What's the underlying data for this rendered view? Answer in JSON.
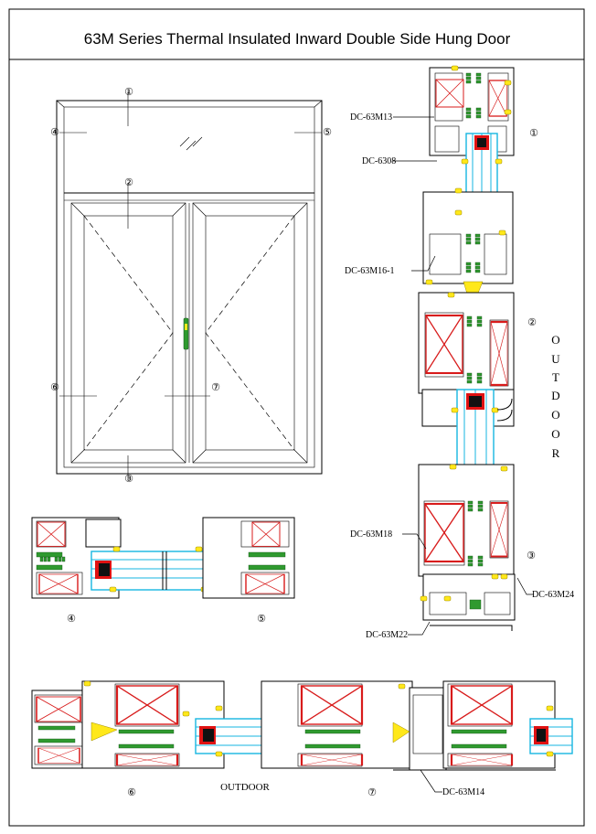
{
  "title": "63M Series Thermal Insulated Inward Double Side Hung Door",
  "markers": {
    "m1": "①",
    "m2": "②",
    "m3": "③",
    "m4": "④",
    "m5": "⑤",
    "m6": "⑥",
    "m7": "⑦"
  },
  "profiles": {
    "p_m13": "DC-63M13",
    "p_6308": "DC-6308",
    "p_m16": "DC-63M16-1",
    "p_m18": "DC-63M18",
    "p_m24": "DC-63M24",
    "p_m22": "DC-63M22",
    "p_m14": "DC-63M14"
  },
  "outdoor_label": "OUTDOOR",
  "outdoor_letters": [
    "O",
    "U",
    "T",
    "D",
    "O",
    "O",
    "R"
  ],
  "colors": {
    "thermal_break": "#2f9a2f",
    "glass": "#16b6e0",
    "gasket": "#ffe81a",
    "sealant": "#e01212",
    "cavity": "#d81b1b"
  }
}
